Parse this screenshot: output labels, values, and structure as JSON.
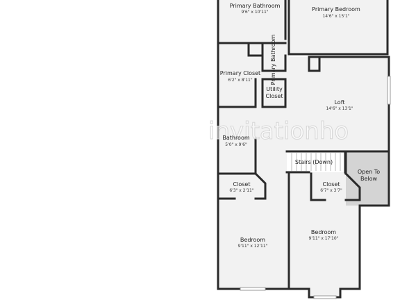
{
  "rooms": {
    "primary_bathroom_1": {
      "name": "Primary Bathroom",
      "dims": "9'6\" x 10'11\""
    },
    "primary_bedroom": {
      "name": "Primary Bedroom",
      "dims": "14'6\" x 15'1\""
    },
    "primary_bathroom_2": {
      "name": "Primary Bathroom"
    },
    "primary_closet": {
      "name": "Primary Closet",
      "dims": "6'2\" x 8'11\""
    },
    "utility_closet": {
      "line1": "Utility",
      "line2": "Closet"
    },
    "loft": {
      "name": "Loft",
      "dims": "14'6\" x 13'1\""
    },
    "bathroom": {
      "name": "Bathroom",
      "dims": "5'0\" x 9'6\""
    },
    "stairs": {
      "name": "Stairs (Down)"
    },
    "open_to_below": {
      "line1": "Open To",
      "line2": "Below"
    },
    "closet_left": {
      "name": "Closet",
      "dims": "6'3\" x 2'11\""
    },
    "closet_right": {
      "name": "Closet",
      "dims": "6'7\" x 3'7\""
    },
    "bedroom_left": {
      "name": "Bedroom",
      "dims": "9'11\" x 12'11\""
    },
    "bedroom_right": {
      "name": "Bedroom",
      "dims": "9'11\" x 17'10\""
    }
  },
  "watermark": "invitationho",
  "colors": {
    "wall": "#2a2a2a",
    "floor": "#f2f2f2",
    "open_area": "#d4d4d4",
    "window": "#ffffff"
  }
}
